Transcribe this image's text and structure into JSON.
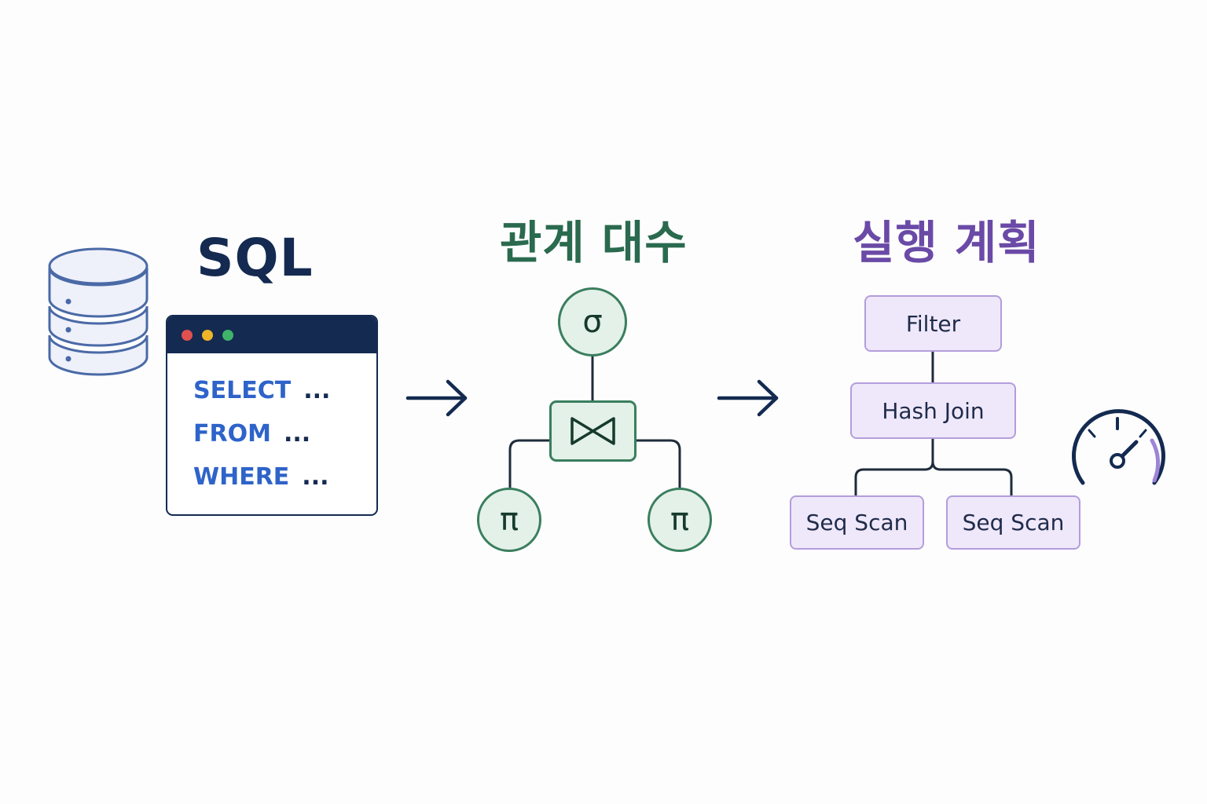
{
  "sql": {
    "title": "SQL",
    "code": [
      {
        "keyword": "SELECT",
        "rest": "..."
      },
      {
        "keyword": "FROM",
        "rest": "..."
      },
      {
        "keyword": "WHERE",
        "rest": "..."
      }
    ]
  },
  "relational_algebra": {
    "title": "관계 대수",
    "nodes": {
      "selection": "σ",
      "projection_left": "π",
      "projection_right": "π"
    }
  },
  "execution_plan": {
    "title": "실행 계획",
    "nodes": {
      "filter": "Filter",
      "hash_join": "Hash Join",
      "seq_scan_left": "Seq Scan",
      "seq_scan_right": "Seq Scan"
    }
  },
  "colors": {
    "navy": "#142a50",
    "sql_keyword": "#2e63c9",
    "ra_green": "#2a6a4e",
    "ra_fill": "#e3f1e8",
    "plan_purple": "#6a4aa6",
    "plan_fill": "#efe8fa",
    "plan_border": "#b39ddb"
  },
  "icons": [
    "database-icon",
    "window-dots",
    "arrow-right-icon",
    "bowtie-join-icon",
    "speedometer-icon"
  ]
}
